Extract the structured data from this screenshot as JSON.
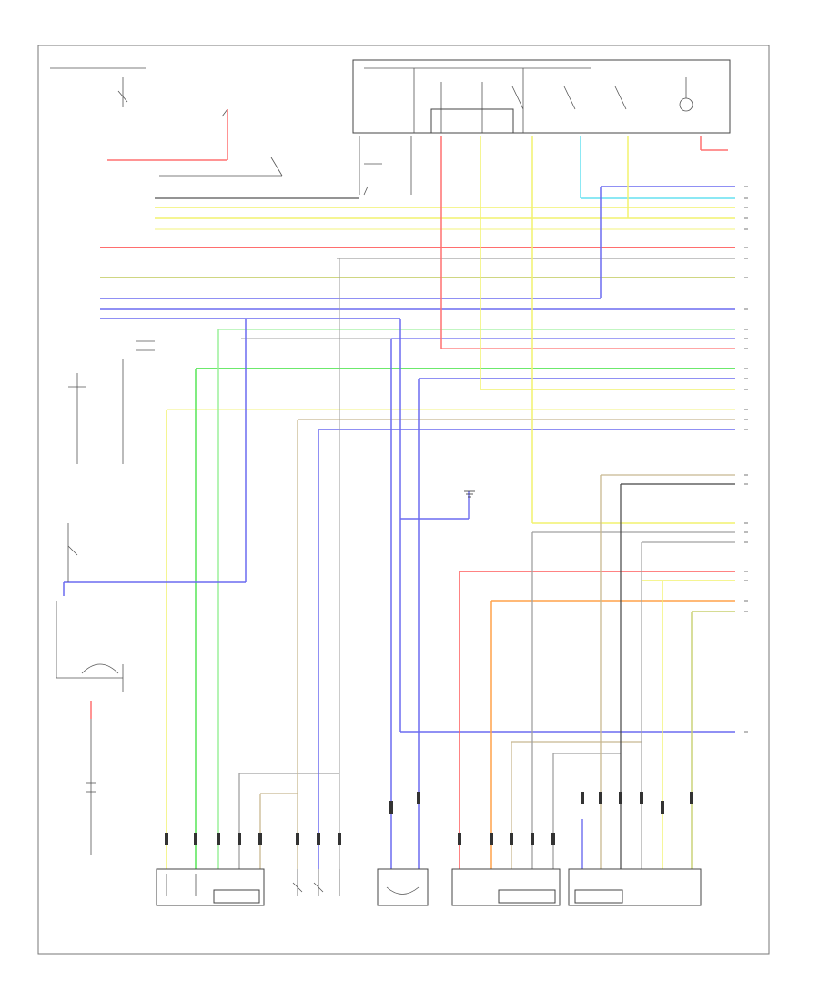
{
  "diagram": {
    "footer_code": "",
    "colors": {
      "red": "#ff5a5a",
      "pink": "#ff8080",
      "yellow": "#f2f26e",
      "lightyellow": "#f7f7a8",
      "blue": "#6b6bf0",
      "green": "#57e657",
      "lightgreen": "#9cf09c",
      "olive": "#c8d070",
      "orange": "#ffa24a",
      "cyan": "#66e0f0",
      "tan": "#c8b890",
      "gray": "#a0a0a0",
      "black": "#444444"
    },
    "components": [
      {
        "id": "fuse-relay-box",
        "label": ""
      },
      {
        "id": "left-sensor-block",
        "label": ""
      },
      {
        "id": "bottom-connector-1",
        "label": ""
      },
      {
        "id": "bottom-connector-2",
        "label": ""
      },
      {
        "id": "bottom-connector-3",
        "label": ""
      },
      {
        "id": "bottom-connector-4",
        "label": ""
      },
      {
        "id": "bottom-connector-5",
        "label": ""
      }
    ]
  }
}
